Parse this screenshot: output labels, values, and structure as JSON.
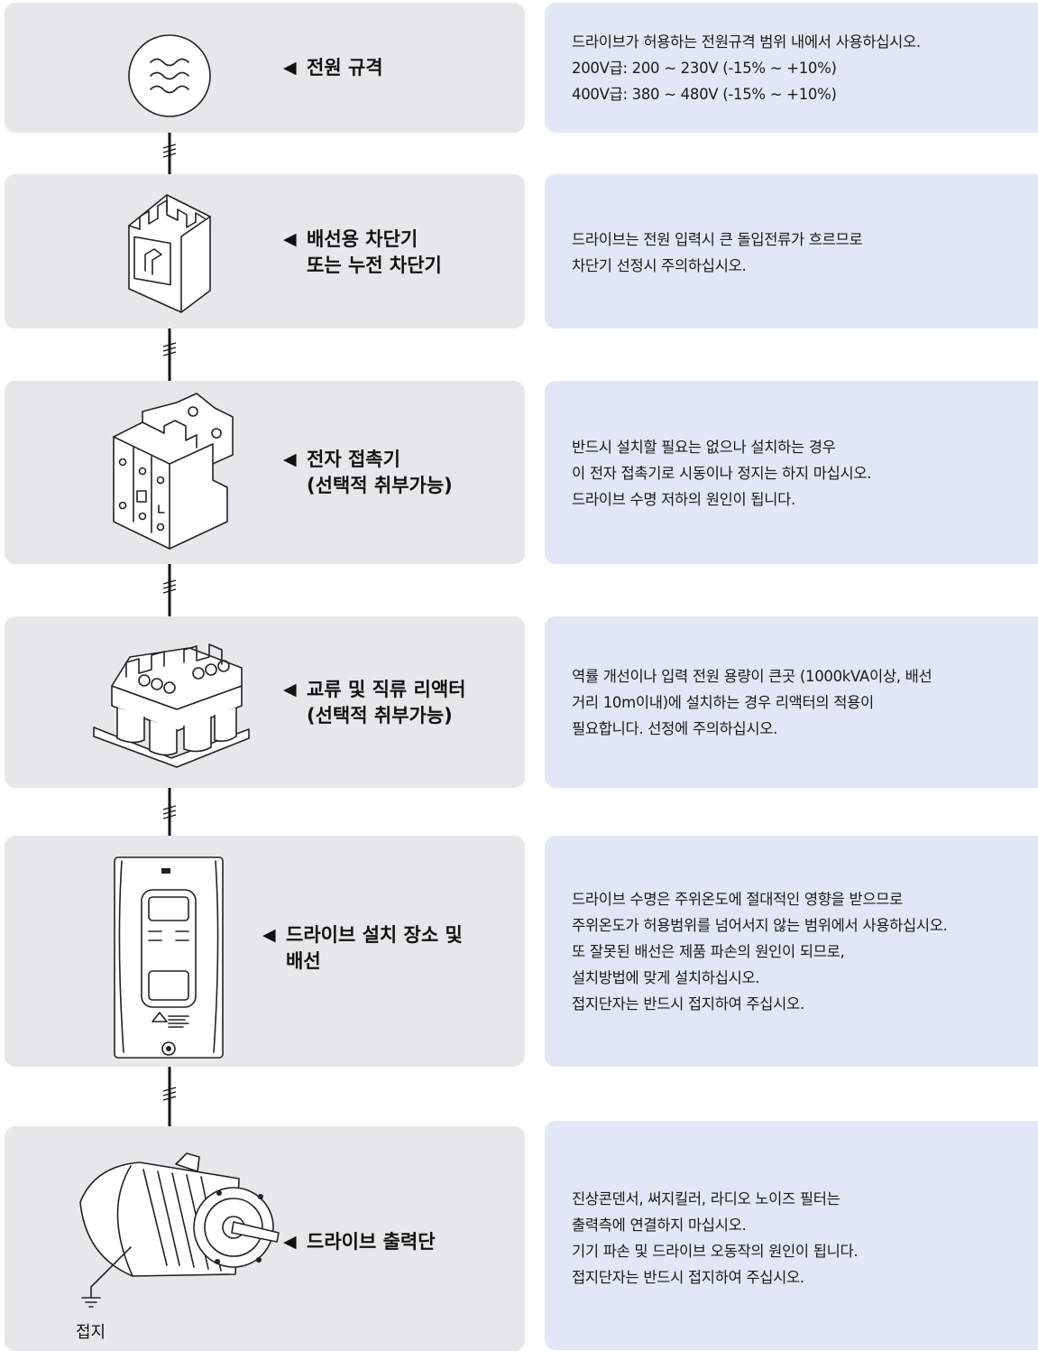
{
  "steps": [
    {
      "label_lines": [
        "전원 규격"
      ],
      "arrow": "◀",
      "desc_lines": [
        "드라이브가 허용하는 전원규격 범위 내에서 사용하십시오.",
        "200V급: 200 ~ 230V (-15% ~ +10%)",
        "400V급: 380 ~ 480V (-15% ~ +10%)"
      ],
      "icon": "ac-power-source-icon"
    },
    {
      "label_lines": [
        "배선용 차단기",
        "또는 누전 차단기"
      ],
      "arrow": "◀",
      "desc_lines": [
        "드라이브는 전원 입력시 큰 돌입전류가 흐르므로",
        "차단기 선정시 주의하십시오."
      ],
      "icon": "circuit-breaker-icon"
    },
    {
      "label_lines": [
        "전자 접촉기",
        "(선택적 취부가능)"
      ],
      "arrow": "◀",
      "desc_lines": [
        "반드시 설치할 필요는 없으나 설치하는 경우",
        "이 전자 접촉기로 시동이나 정지는 하지 마십시오.",
        "드라이브 수명 저하의 원인이 됩니다."
      ],
      "icon": "magnetic-contactor-icon"
    },
    {
      "label_lines": [
        "교류 및 직류 리액터",
        "(선택적 취부가능)"
      ],
      "arrow": "◀",
      "desc_lines": [
        "역률 개선이나 입력 전원 용량이 큰곳 (1000kVA이상, 배선",
        "거리 10m이내)에 설치하는 경우 리액터의 적용이",
        "필요합니다. 선정에 주의하십시오."
      ],
      "icon": "reactor-icon"
    },
    {
      "label_lines": [
        "드라이브 설치 장소 및",
        "배선"
      ],
      "arrow": "◀",
      "desc_lines": [
        "드라이브 수명은 주위온도에 절대적인 영향을 받으므로",
        "주위온도가 허용범위를 넘어서지 않는 범위에서 사용하십시오.",
        "또 잘못된 배선은 제품 파손의 원인이 되므로,",
        "설치방법에 맞게 설치하십시오.",
        "접지단자는 반드시 접지하여 주십시오."
      ],
      "icon": "drive-unit-icon"
    },
    {
      "label_lines": [
        "드라이브 출력단"
      ],
      "arrow": "◀",
      "desc_lines": [
        "진상콘덴서, 써지킬러, 라디오 노이즈 필터는",
        "출력측에 연결하지 마십시오.",
        "기기 파손 및 드라이브 오동작의 원인이 됩니다.",
        "접지단자는 반드시 접지하여 주십시오."
      ],
      "icon": "motor-icon"
    }
  ],
  "ground_label": "접지",
  "colors": {
    "left_panel": "#e6e7e8",
    "right_panel": "#e1e7f4",
    "wire": "#111111"
  }
}
